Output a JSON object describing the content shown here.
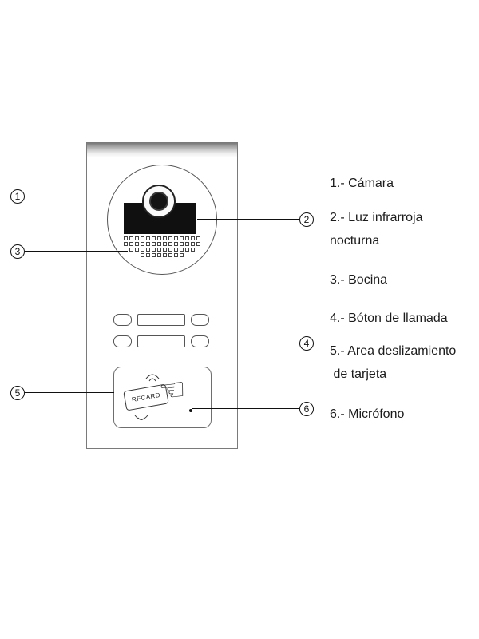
{
  "callout_numbers": [
    "1",
    "2",
    "3",
    "4",
    "5",
    "6"
  ],
  "annotations": [
    {
      "lines": [
        "1.- Cámara"
      ]
    },
    {
      "lines": [
        "2.- Luz infrarroja",
        "nocturna"
      ]
    },
    {
      "lines": [
        "3.- Bocina"
      ]
    },
    {
      "lines": [
        "4.- Bóton de llamada"
      ]
    },
    {
      "lines": [
        "5.- Area deslizamiento",
        " de tarjeta"
      ]
    },
    {
      "lines": [
        "6.- Micrófono"
      ]
    }
  ],
  "device": {
    "card_label": "RFCARD",
    "speaker_grid_rows": [
      14,
      14,
      12,
      8
    ]
  },
  "colors": {
    "line": "#111111",
    "panel_border": "#7a7a7a",
    "ir_fill": "#101010"
  }
}
